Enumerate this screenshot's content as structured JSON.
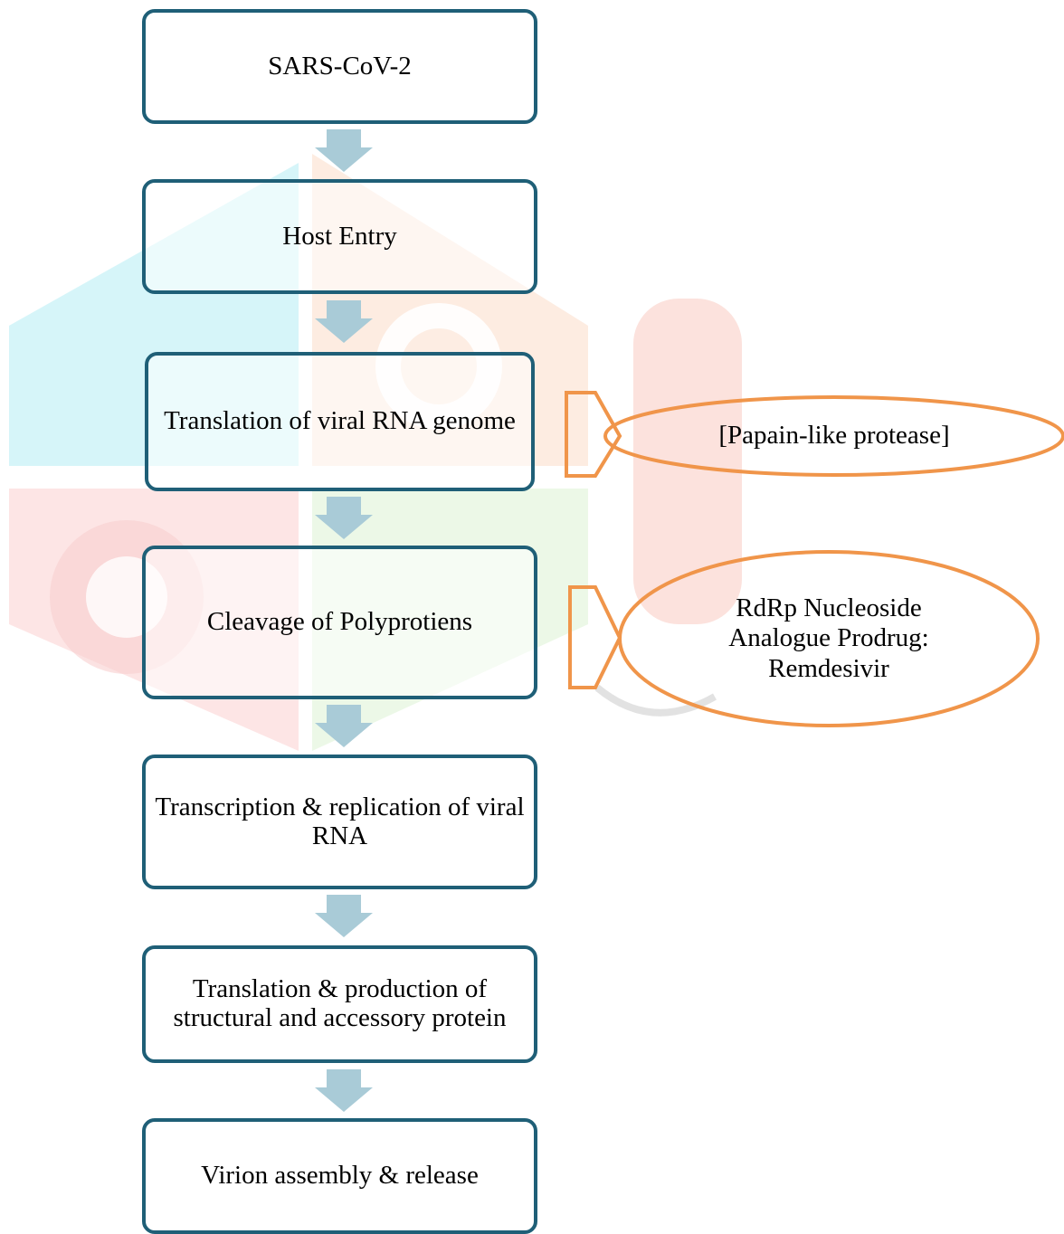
{
  "flow": {
    "steps": [
      "SARS-CoV-2",
      "Host Entry",
      "Translation of viral RNA genome",
      "Cleavage of Polyprotiens",
      "Transcription & replication of viral RNA",
      "Translation & production of structural and accessory protein",
      "Virion assembly & release"
    ]
  },
  "inhibitors": [
    "[Papain-like protease]",
    "RdRp Nucleoside Analogue Prodrug: Remdesivir"
  ],
  "colors": {
    "box_border": "#1f5f77",
    "arrow_fill": "#a9cbd7",
    "inhibitor_outline": "#f0954a"
  }
}
